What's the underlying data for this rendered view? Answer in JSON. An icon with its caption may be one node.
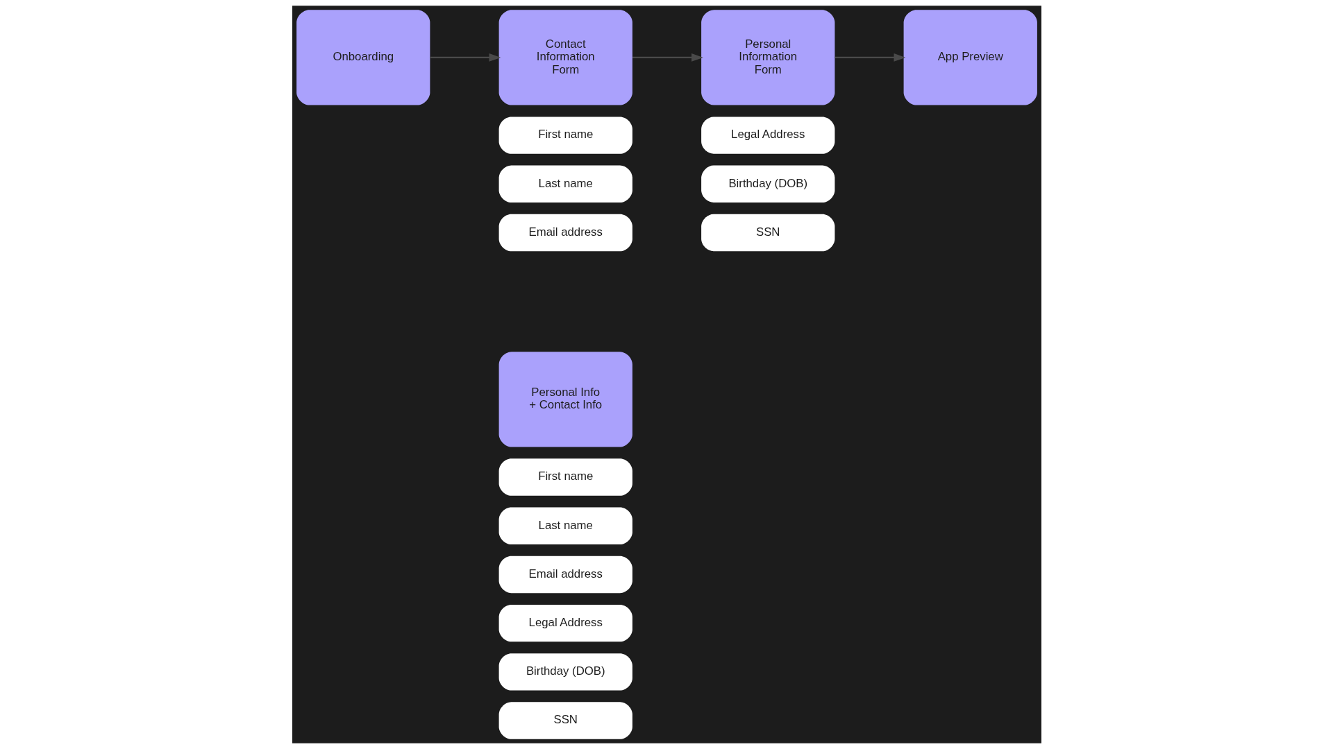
{
  "diagram": {
    "nodes": [
      {
        "text": [
          "Onboarding"
        ]
      },
      {
        "text": [
          "Contact Information Form"
        ]
      },
      {
        "text": [
          "Personal Information Form"
        ]
      },
      {
        "text": [
          "App Preview"
        ]
      },
      {
        "text": [
          "First name"
        ]
      },
      {
        "text": [
          "Last name"
        ]
      },
      {
        "text": [
          "Email address"
        ]
      },
      {
        "text": [
          "Legal Address"
        ]
      },
      {
        "text": [
          "Birthday (DOB)"
        ]
      },
      {
        "text": [
          "SSN"
        ]
      },
      {
        "text": [
          "Personal Info + Contact Info"
        ]
      },
      {
        "text": [
          "First name"
        ]
      },
      {
        "text": [
          "Last name"
        ]
      },
      {
        "text": [
          "Email address"
        ]
      },
      {
        "text": [
          "Legal Address"
        ]
      },
      {
        "text": [
          "Birthday (DOB)"
        ]
      },
      {
        "text": [
          "SSN"
        ]
      }
    ],
    "edges": [
      {
        "from": 0,
        "to": 1,
        "arrow": "to"
      },
      {
        "from": 1,
        "to": 2,
        "arrow": "to"
      },
      {
        "from": 2,
        "to": 3,
        "arrow": "to"
      }
    ]
  }
}
